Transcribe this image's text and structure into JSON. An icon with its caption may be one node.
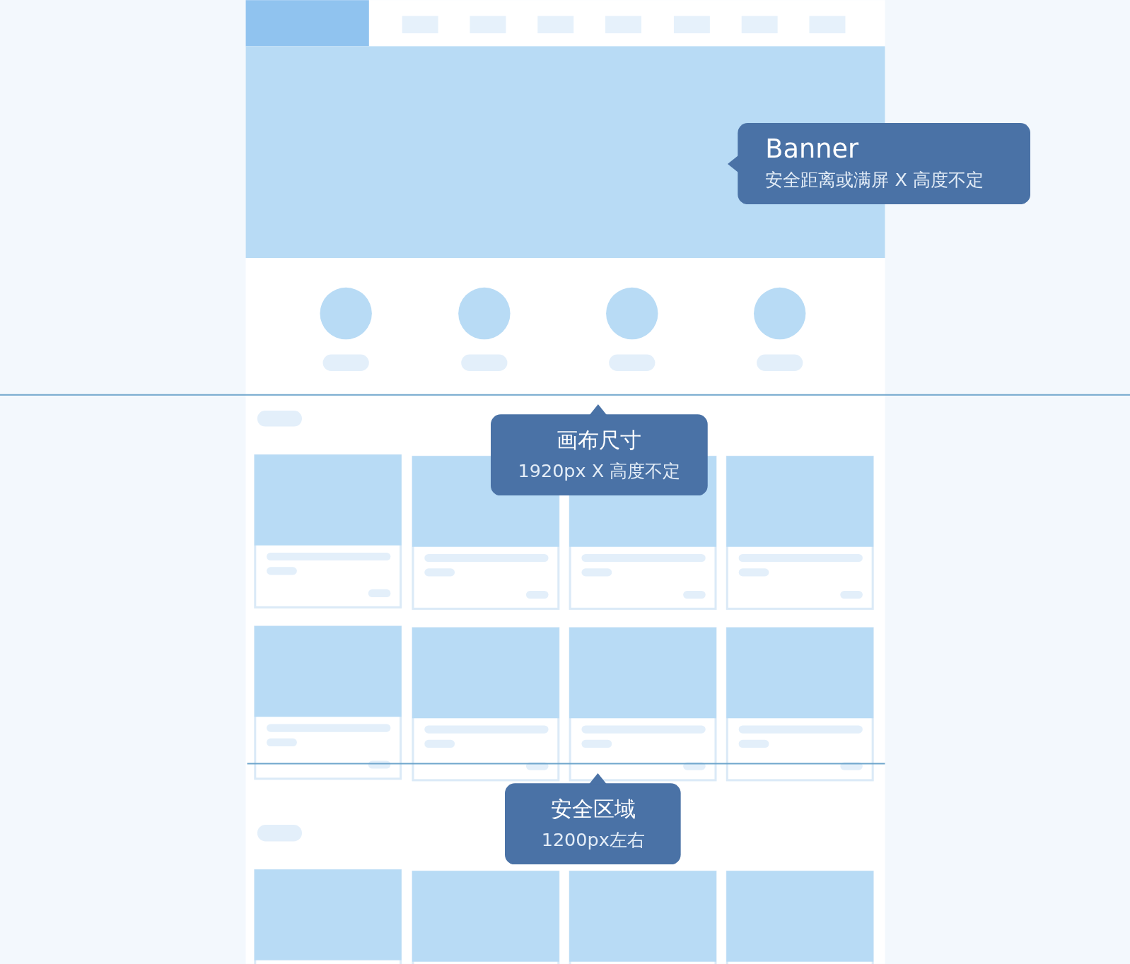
{
  "diagram": {
    "nodes": [
      {
        "text": [
          "Banner",
          "安全距离或满屏 X 高度不定"
        ]
      },
      {
        "text": [
          "画布尺寸",
          "1920px X 高度不定"
        ]
      },
      {
        "text": [
          "安全区域",
          "1200px左右"
        ]
      }
    ]
  }
}
